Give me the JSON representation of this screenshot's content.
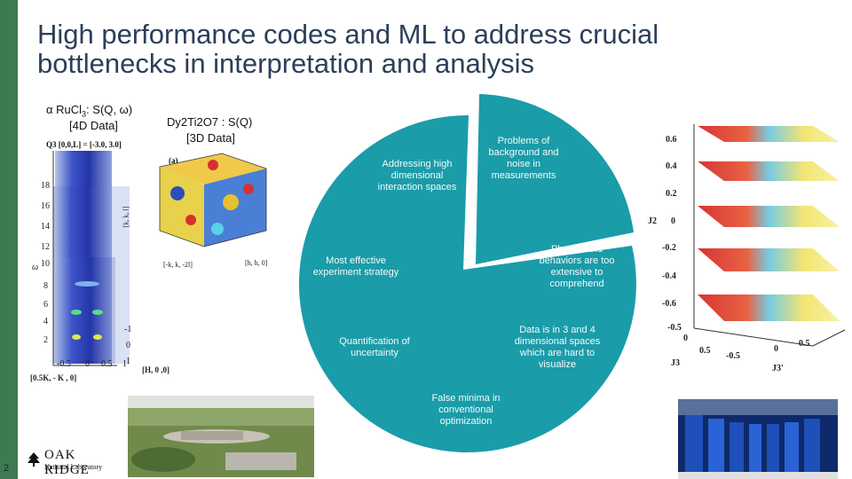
{
  "slide": {
    "number": "2",
    "title_line1": "High performance codes and ML to address crucial",
    "title_line2": "bottlenecks in interpretation and analysis"
  },
  "pie_labels": {
    "interaction": "Addressing high dimensional interaction spaces",
    "background": "Problems of background and noise in measurements",
    "phases": "Phases and behaviors are too extensive to comprehend",
    "visualize": "Data is in 3 and 4 dimensional spaces which are hard to visualize",
    "minima": "False minima in conventional optimization",
    "uncertainty": "Quantification of uncertainty",
    "strategy": "Most effective experiment strategy"
  },
  "left_figure": {
    "title_prefix": "α RuCl",
    "title_sub": "3",
    "title_rest": ": S(Q, ω)",
    "subtitle": "[4D Data]",
    "axis_caption": "Q3 [0,0,L] = [-3.0, 3.0]",
    "y_ticks": [
      "18",
      "16",
      "14",
      "12",
      "10",
      "8",
      "6",
      "4",
      "2"
    ],
    "y_label": "ω",
    "x_ticks": [
      "-0.5",
      "0",
      "0.5",
      "1"
    ],
    "x_label": "[0.5K, - K , 0]",
    "x2_label": "[H, 0 ,0]",
    "x2_ticks": [
      "-1",
      "0",
      "1"
    ]
  },
  "mid_figure": {
    "title": "Dy2Ti2O7 : S(Q)",
    "subtitle": "[3D Data]",
    "panel_tag": "(a)",
    "axis_left": "[k, k, l]",
    "axis_bottom": "[-k, k, -2l]",
    "axis_right": "[h, h, 0]"
  },
  "right_figure": {
    "y_ticks": [
      "0.6",
      "0.4",
      "0.2",
      "0",
      "-0.2",
      "-0.4",
      "-0.6"
    ],
    "y_label": "J2",
    "x_ticks": [
      "-0.5",
      "0",
      "0.5",
      "0.5",
      "0",
      "-0.5"
    ],
    "x_label_a": "J3",
    "x_label_b": "J3'"
  },
  "logo": {
    "name": "OAK RIDGE",
    "sub": "National Laboratory"
  },
  "colors": {
    "pie": "#1a9ca9",
    "sidebar": "#3d7a52",
    "title": "#2c3f5a"
  }
}
